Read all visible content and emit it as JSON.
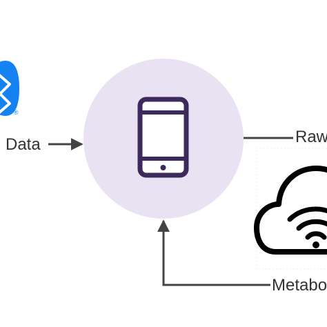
{
  "labels": {
    "left": "Data",
    "right_top": "Raw",
    "right_bottom": "Metabo"
  },
  "icons": {
    "left_edge": "bluetooth-icon",
    "center": "smartphone-icon",
    "right": "cloud-wifi-icon",
    "registered_mark": "®"
  },
  "colors": {
    "node_fill": "#e9e2f3",
    "phone_stroke": "#3d2a5c",
    "bluetooth_blue": "#1482f0",
    "arrow": "#444444",
    "cloud_stroke": "#000000"
  }
}
